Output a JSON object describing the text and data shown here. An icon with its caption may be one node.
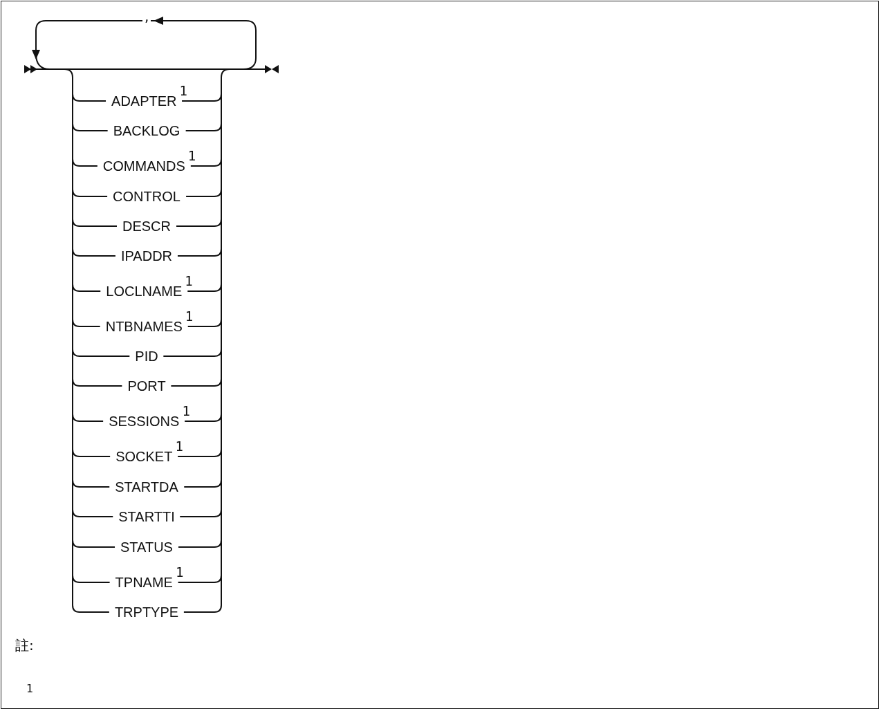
{
  "diagram": {
    "labels": [
      ",",
      "ADAPTER",
      "1",
      "BACKLOG",
      "COMMANDS",
      "1",
      "CONTROL",
      "DESCR",
      "IPADDR",
      "LOCLNAME",
      "1",
      "NTBNAMES",
      "1",
      "PID",
      "PORT",
      "SESSIONS",
      "1",
      "SOCKET",
      "1",
      "STARTDA",
      "STARTTI",
      "STATUS",
      "TPNAME",
      "1",
      "TRPTYPE",
      "註:",
      "1"
    ]
  }
}
